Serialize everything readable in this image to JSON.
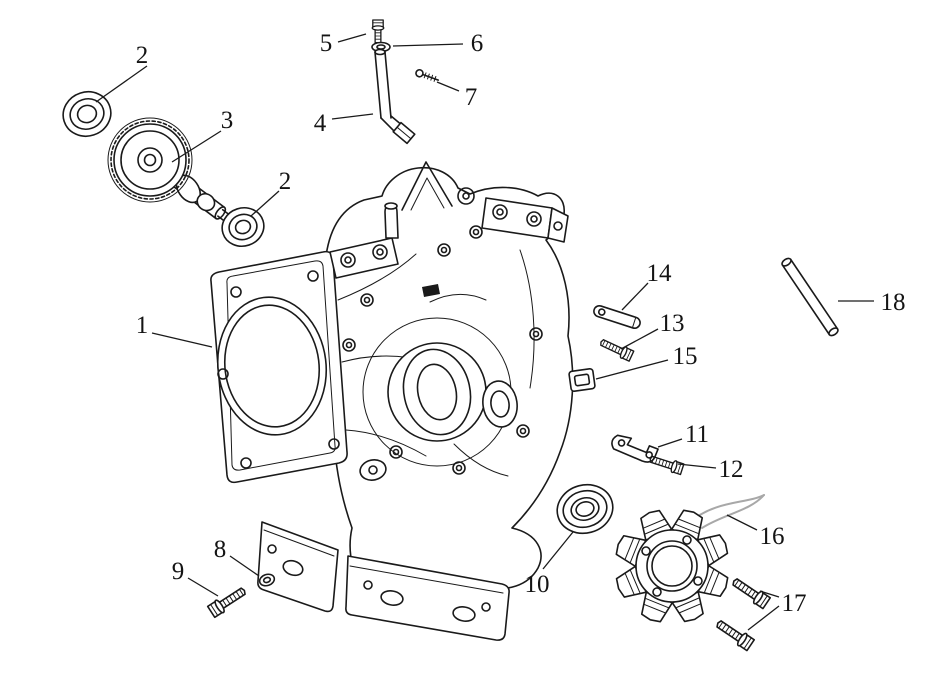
{
  "diagram": {
    "background": "#ffffff",
    "ink": "#1a1a1a",
    "wire_color": "#a8a8a8"
  },
  "callouts": {
    "c1": "1",
    "c2a": "2",
    "c2b": "2",
    "c3": "3",
    "c4": "4",
    "c5": "5",
    "c6": "6",
    "c7": "7",
    "c8": "8",
    "c9": "9",
    "c10": "10",
    "c11": "11",
    "c12": "12",
    "c13": "13",
    "c14": "14",
    "c15": "15",
    "c16": "16",
    "c17": "17",
    "c18": "18"
  }
}
